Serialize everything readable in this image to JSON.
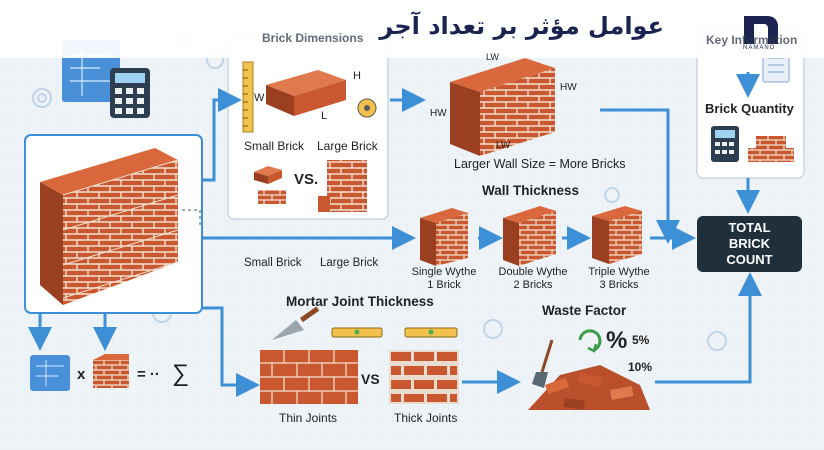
{
  "header": {
    "title": "عوامل مؤثر بر تعداد آجر",
    "logo_text": "NAMANO",
    "brand_color": "#1b2350"
  },
  "brick_dimensions": {
    "title": "Brick Dimensions",
    "dim_h": "H",
    "dim_w": "W",
    "dim_l": "L",
    "small": "Small Brick",
    "large": "Large Brick",
    "vs": "VS."
  },
  "wall_size": {
    "lw_top": "LW",
    "hw_left": "HW",
    "hw_right": "HW",
    "lw_bottom": "LW",
    "caption": "Larger Wall Size = More Bricks"
  },
  "key_info": {
    "title": "Key Information",
    "brick_quantity": "Brick Quantity"
  },
  "wall_thickness": {
    "title": "Wall Thickness",
    "small": "Small Brick",
    "large": "Large Brick",
    "single": {
      "line1": "Single Wythe",
      "line2": "1 Brick"
    },
    "double": {
      "line1": "Double Wythe",
      "line2": "2 Bricks"
    },
    "triple": {
      "line1": "Triple Wythe",
      "line2": "3 Bricks"
    }
  },
  "total": {
    "line1": "TOTAL",
    "line2": "BRICK",
    "line3": "COUNT"
  },
  "formula": {
    "x": "x",
    "eq": "= ··",
    "sigma": "∑"
  },
  "mortar": {
    "title": "Mortar Joint Thickness",
    "vs": "VS",
    "thin": "Thin Joints",
    "thick": "Thick Joints"
  },
  "waste": {
    "title": "Waste Factor",
    "percent": "%",
    "p5": "5%",
    "p10": "10%"
  },
  "colors": {
    "brick": "#c9572f",
    "brick_dark": "#8f3a1e",
    "arrow": "#3d8fd6",
    "panel": "#ffffff",
    "total_bg": "#1f2f3c"
  }
}
